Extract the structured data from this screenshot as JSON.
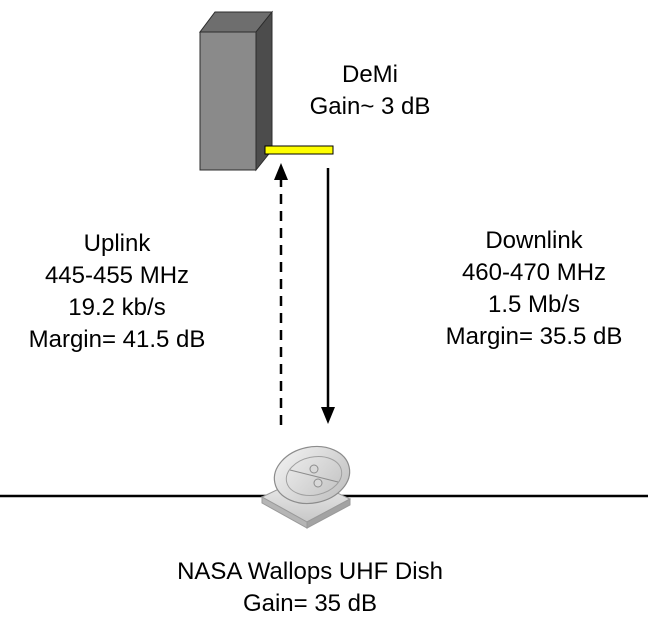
{
  "satellite": {
    "name": "DeMi",
    "gain": "Gain~ 3 dB",
    "icon": "cubesat-icon",
    "antenna_color": "#FFFF00"
  },
  "uplink": {
    "title": "Uplink",
    "frequency": "445-455 MHz",
    "rate": "19.2 kb/s",
    "margin": "Margin= 41.5 dB",
    "arrow_style": "dashed"
  },
  "downlink": {
    "title": "Downlink",
    "frequency": "460-470 MHz",
    "rate": "1.5 Mb/s",
    "margin": "Margin= 35.5 dB",
    "arrow_style": "solid"
  },
  "ground_station": {
    "name": "NASA Wallops UHF Dish",
    "gain": "Gain= 35 dB",
    "icon": "satellite-dish-icon"
  }
}
